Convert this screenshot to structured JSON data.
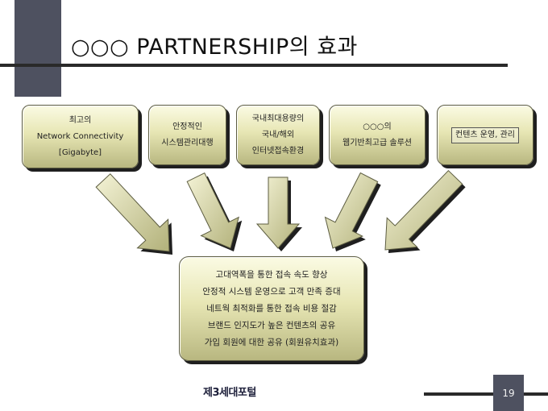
{
  "slide": {
    "title": "○○○ PARTNERSHIP의 효과",
    "page_number": "19",
    "logo_text": "제3세대포털"
  },
  "sources": [
    {
      "lines": [
        "최고의",
        "Network Connectivity",
        "[Gigabyte]"
      ]
    },
    {
      "lines": [
        "안정적인",
        "시스템관리대행"
      ]
    },
    {
      "lines": [
        "국내최대용량의",
        "국내/해외",
        "인터넷접속환경"
      ]
    },
    {
      "lines": [
        "○○○의",
        "웹기반최고급 솔루션"
      ]
    },
    {
      "lines": [
        "컨텐츠 운영, 관리"
      ]
    }
  ],
  "result": {
    "lines": [
      "고대역폭을 통한 접속 속도 향상",
      "안정적 시스템 운영으로 고객 만족 증대",
      "네트웍 최적화를 통한 접속 비용 절감",
      "브랜드 인지도가 높은 컨텐츠의 공유",
      "가입 회원에 대한 공유 (회원유치효과)"
    ]
  },
  "colors": {
    "box_light": "#fbfbe4",
    "box_dark": "#b8b780",
    "arrow_light": "#f4f3d6",
    "arrow_dark": "#b2b17a",
    "accent_dark": "#4e5160"
  }
}
